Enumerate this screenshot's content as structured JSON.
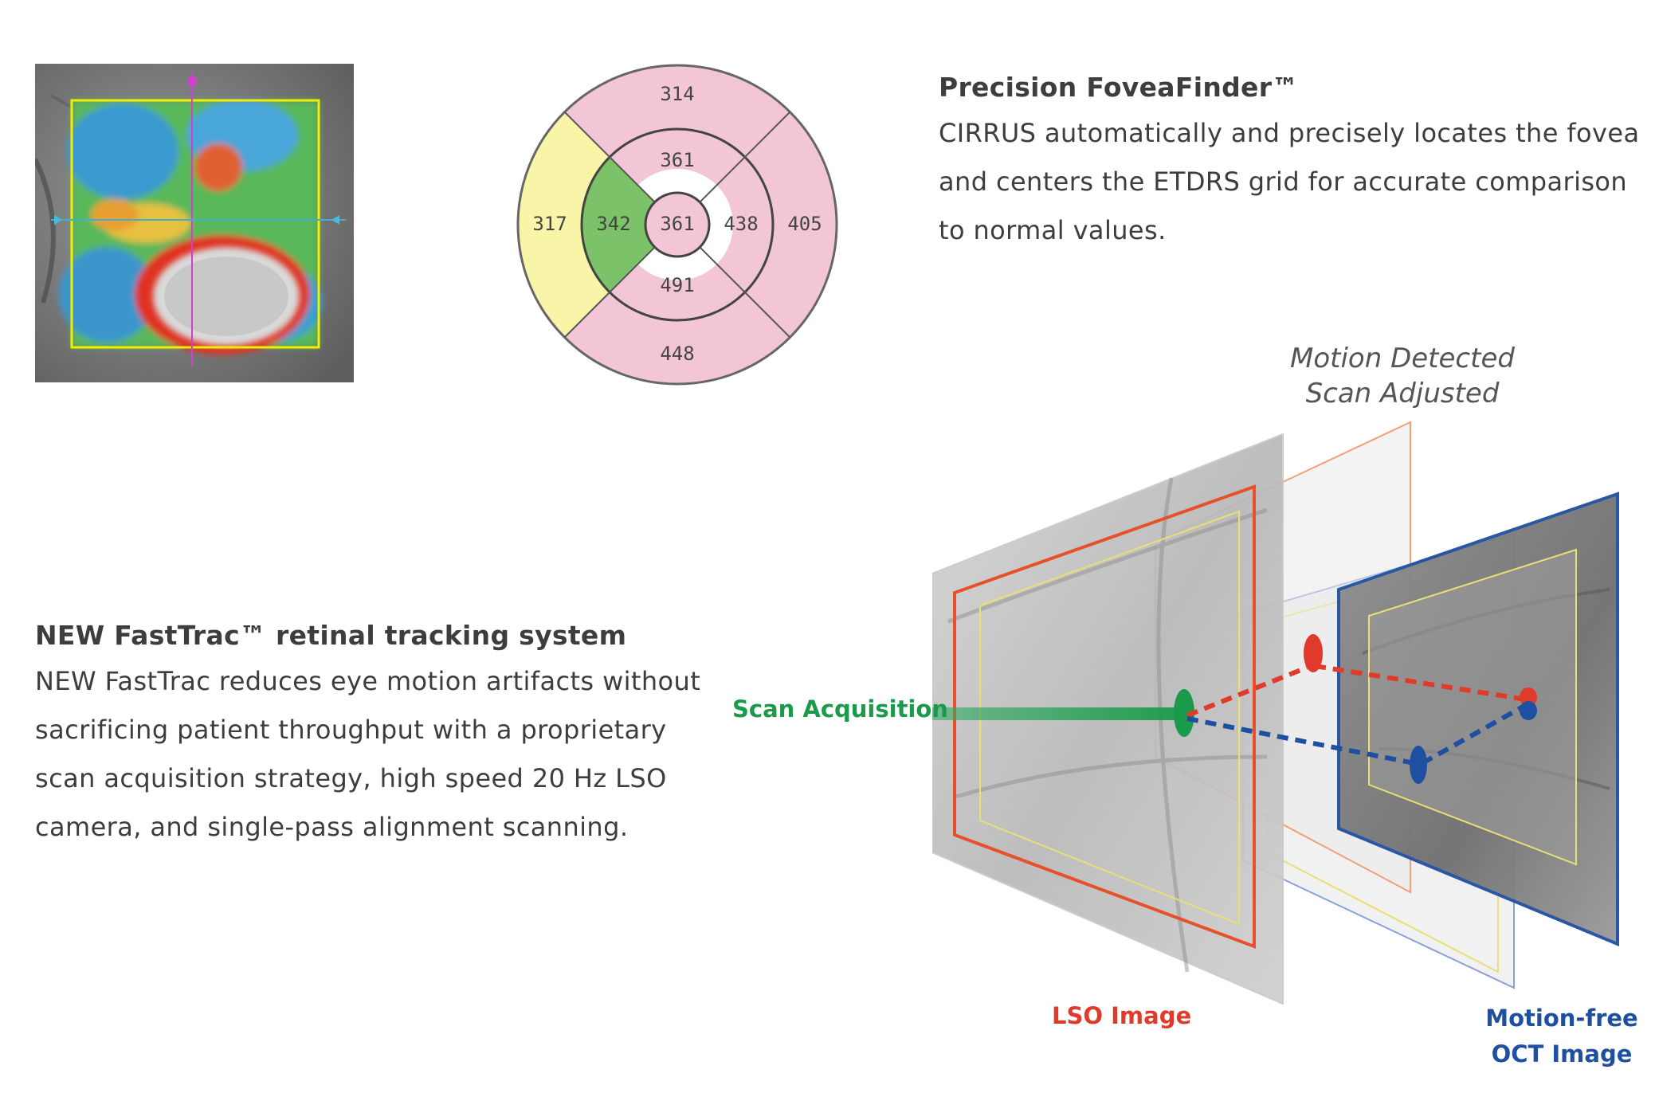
{
  "foveafinder": {
    "title": "Precision FoveaFinder™",
    "lines": [
      "CIRRUS automatically and precisely locates the fovea",
      "and centers the ETDRS grid for accurate comparison",
      "to normal values."
    ]
  },
  "fasttrac": {
    "title": "NEW FastTrac™ retinal tracking system",
    "lines": [
      "NEW FastTrac reduces eye motion artifacts without",
      "sacrificing patient throughput with a proprietary",
      "scan acquisition strategy, high speed 20 Hz LSO",
      "camera, and single-pass alignment scanning."
    ]
  },
  "etdrs_grid": {
    "outer_top": "314",
    "outer_left": "317",
    "outer_right": "405",
    "outer_bottom": "448",
    "inner_top": "361",
    "inner_left": "342",
    "inner_right": "438",
    "inner_bottom": "491",
    "center": "361",
    "colors": {
      "pink": "#f2c6d6",
      "yellow": "#f8f4a8",
      "green": "#7cc268",
      "ring": "#555555"
    }
  },
  "diagram": {
    "motion_label_line1": "Motion Detected",
    "motion_label_line2": "Scan Adjusted",
    "scan_acquisition": "Scan Acquisition",
    "lso_image": "LSO Image",
    "oct_line1": "Motion-free",
    "oct_line2": "OCT Image",
    "colors": {
      "green": "#1a9a4a",
      "red": "#e03a2a",
      "blue": "#1e4fa0",
      "orange": "#f08a5a",
      "yellow": "#e8e070"
    }
  }
}
